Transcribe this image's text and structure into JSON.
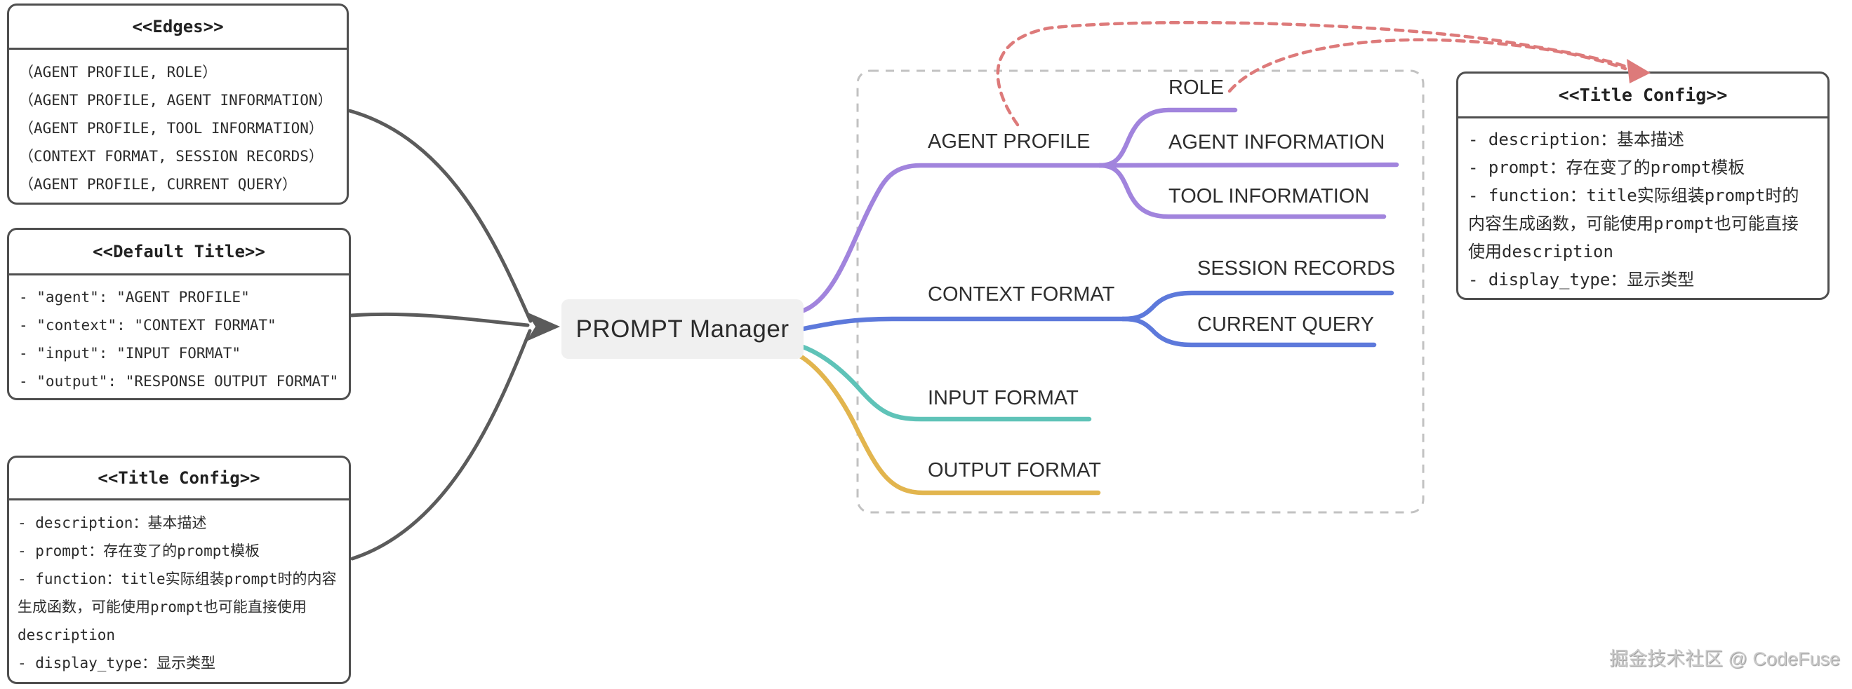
{
  "diagram": {
    "edges_box": {
      "title": "<<Edges>>",
      "lines": [
        "（AGENT PROFILE, ROLE）",
        "（AGENT PROFILE, AGENT INFORMATION）",
        "（AGENT PROFILE, TOOL INFORMATION）",
        "（CONTEXT FORMAT, SESSION RECORDS）",
        "（AGENT PROFILE, CURRENT QUERY）"
      ]
    },
    "default_title_box": {
      "title": "<<Default Title>>",
      "lines": [
        "- \"agent\": \"AGENT PROFILE\"",
        "- \"context\": \"CONTEXT FORMAT\"",
        "- \"input\": \"INPUT FORMAT\"",
        "- \"output\": \"RESPONSE OUTPUT FORMAT\""
      ]
    },
    "title_config_left_box": {
      "title": "<<Title Config>>",
      "lines": [
        "- description：基本描述",
        "- prompt：存在变了的prompt模板",
        "- function：title实际组装prompt时的内容",
        "生成函数，可能使用prompt也可能直接使用",
        "description",
        "- display_type：显示类型"
      ]
    },
    "title_config_right_box": {
      "title": "<<Title Config>>",
      "lines": [
        "- description：基本描述",
        "- prompt：存在变了的prompt模板",
        "- function：title实际组装prompt时的",
        "内容生成函数，可能使用prompt也可能直接",
        "使用description",
        "- display_type：显示类型"
      ]
    },
    "root_node": {
      "label": "PROMPT Manager"
    },
    "mindmap": {
      "branches": [
        {
          "label": "AGENT PROFILE",
          "color": "#a184dd",
          "children": [
            {
              "label": "ROLE"
            },
            {
              "label": "AGENT INFORMATION"
            },
            {
              "label": "TOOL INFORMATION"
            }
          ]
        },
        {
          "label": "CONTEXT FORMAT",
          "color": "#5d79db",
          "children": [
            {
              "label": "SESSION RECORDS"
            },
            {
              "label": "CURRENT QUERY"
            }
          ]
        },
        {
          "label": "INPUT FORMAT",
          "color": "#5fc3b8",
          "children": []
        },
        {
          "label": "OUTPUT FORMAT",
          "color": "#e2b54e",
          "children": []
        }
      ]
    },
    "watermark": "掘金技术社区 @ CodeFuse",
    "colors": {
      "branch_purple": "#a184dd",
      "branch_blue": "#5d79db",
      "branch_teal": "#5fc3b8",
      "branch_yellow": "#e2b54e",
      "edge_dark": "#5b5b5b",
      "red_dashed": "#dd7a7a",
      "container_dashed": "#c2c2c2",
      "node_bg": "#f0f0f0"
    }
  }
}
